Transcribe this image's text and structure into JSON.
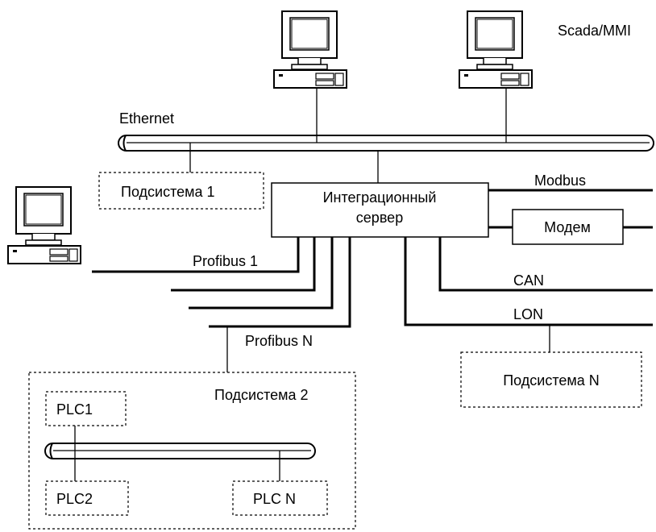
{
  "labels": {
    "scada": "Scada/MMI",
    "ethernet": "Ethernet",
    "subsystem1": "Подсистема 1",
    "server_line1": "Интеграционный",
    "server_line2": "сервер",
    "modbus": "Modbus",
    "modem": "Модем",
    "profibus1": "Profibus 1",
    "can": "CAN",
    "lon": "LON",
    "profibusN": "Profibus N",
    "subsystemN": "Подсистема N",
    "subsystem2": "Подсистема 2",
    "plc1": "PLC1",
    "plc2": "PLC2",
    "plcN": "PLC N"
  },
  "icons": [
    "computer-icon",
    "computer-icon",
    "computer-icon"
  ]
}
